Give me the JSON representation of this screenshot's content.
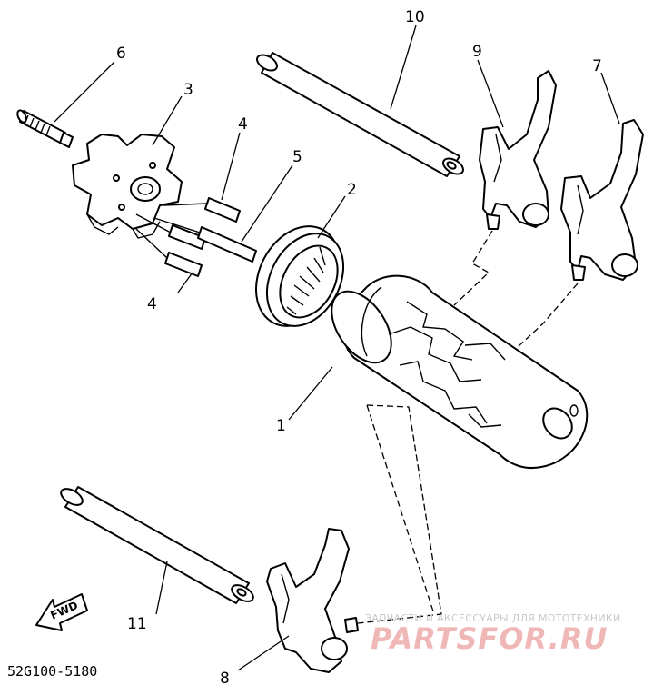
{
  "callouts": {
    "c1": "1",
    "c2": "2",
    "c3": "3",
    "c4a": "4",
    "c4b": "4",
    "c5": "5",
    "c6": "6",
    "c7": "7",
    "c8": "8",
    "c9": "9",
    "c10": "10",
    "c11": "11"
  },
  "direction_label": "FWD",
  "diagram_code": "52G100-5180",
  "watermark": {
    "small": "ЗАПЧАСТИ И АКСЕССУАРЫ ДЛЯ МОТОТЕХНИКИ",
    "big": "PARTSFOR.RU"
  }
}
